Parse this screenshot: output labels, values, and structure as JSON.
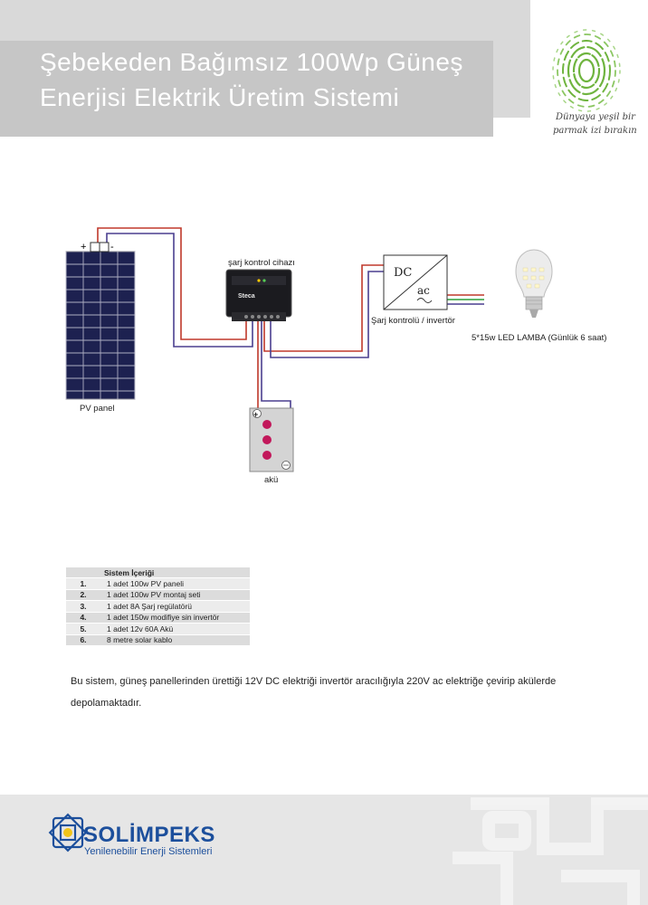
{
  "header": {
    "title_line1": "Şebekeden Bağımsız 100Wp Güneş",
    "title_line2": "Enerjisi Elektrik Üretim Sistemi"
  },
  "badge": {
    "line1": "Dünyaya yeşil bir",
    "line2": "parmak izi bırakın"
  },
  "diagram": {
    "pv_plus": "+",
    "pv_minus": "-",
    "pv_label": "PV panel",
    "controller_label": "şarj kontrol cihazı",
    "controller_brand": "Steca",
    "inverter_dc": "DC",
    "inverter_ac": "ac",
    "inverter_label": "Şarj kontrolü / invertör",
    "battery_plus": "+",
    "battery_label": "akü",
    "lamp_label": "5*15w LED LAMBA (Günlük 6 saat)"
  },
  "table": {
    "header": "Sistem İçeriği",
    "rows": [
      {
        "num": "1.",
        "desc": "1 adet 100w PV paneli"
      },
      {
        "num": "2.",
        "desc": "1 adet 100w PV montaj seti"
      },
      {
        "num": "3.",
        "desc": "1 adet 8A Şarj regülatörü"
      },
      {
        "num": "4.",
        "desc": "1 adet 150w  modifiye sin invertör"
      },
      {
        "num": "5.",
        "desc": "1 adet 12v 60A Akü"
      },
      {
        "num": "6.",
        "desc": "8 metre solar kablo"
      }
    ]
  },
  "description": "Bu sistem, güneş panellerinden ürettiği 12V DC elektriği invertör aracılığıyla 220V ac elektriğe çevirip akülerde depolamaktadır.",
  "footer": {
    "brand": "SOLİMPEKS",
    "tagline": "Yenilenebilir Enerji Sistemleri"
  },
  "colors": {
    "wire_red": "#c0392b",
    "wire_blue": "#4a3f8f",
    "brand_blue": "#1c4f9c",
    "fingerprint_green": "#6fb43f"
  }
}
